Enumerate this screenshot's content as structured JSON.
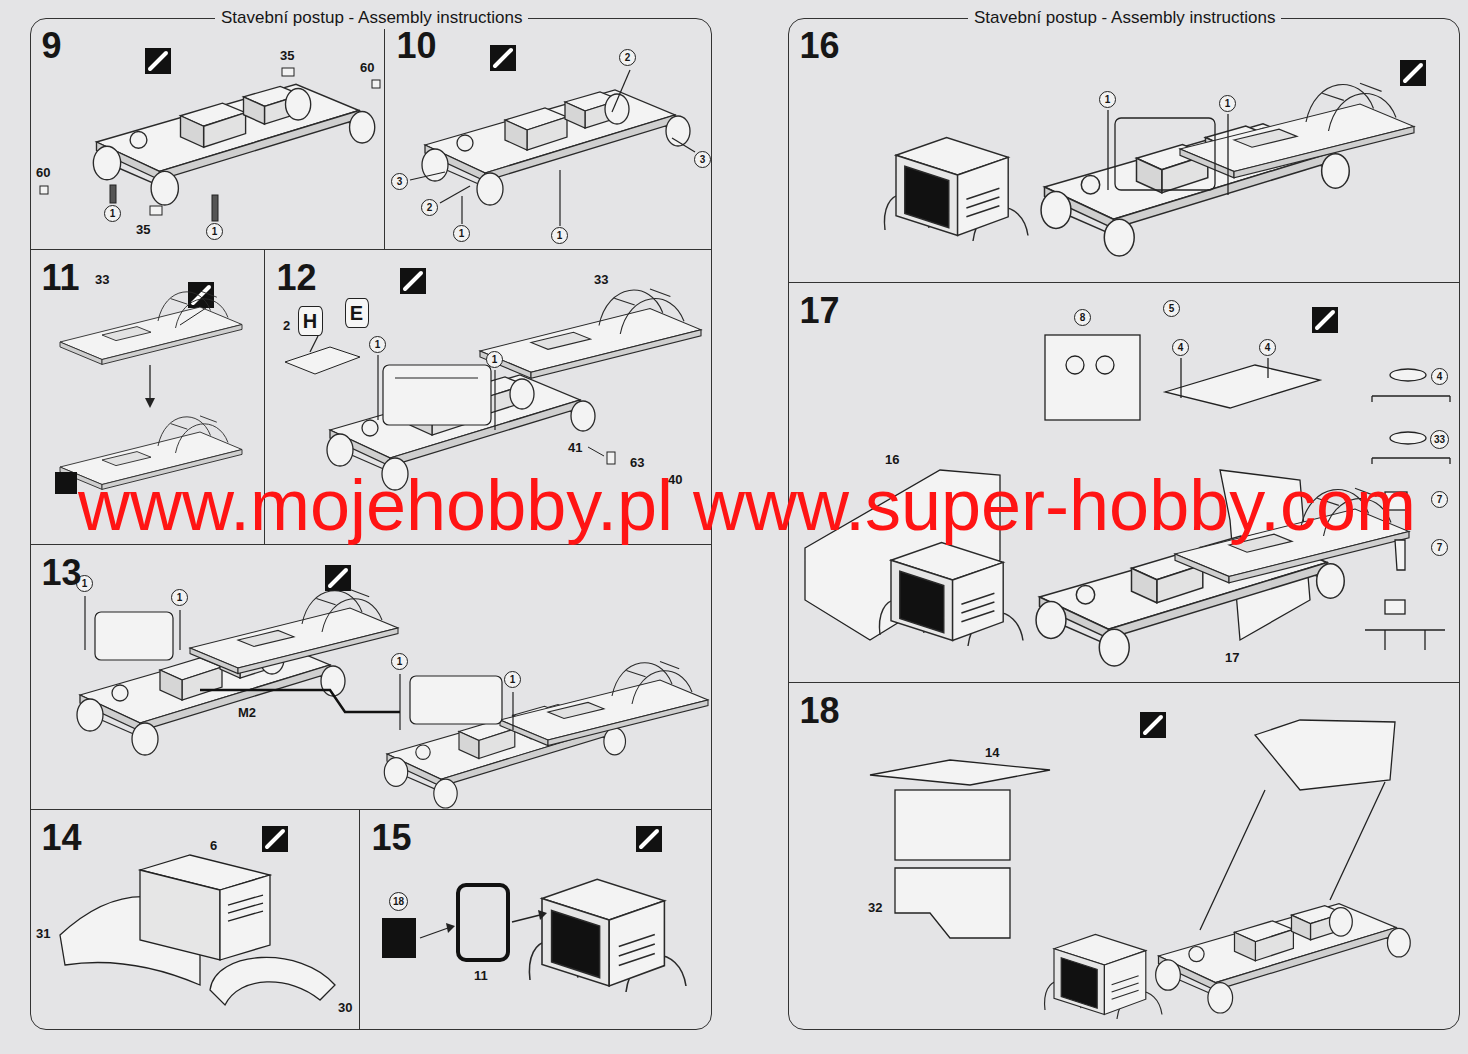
{
  "diagram": {
    "nodes": [
      {
        "text": [
          "Stavební postup - Assembly instructions"
        ]
      },
      {
        "text": [
          "9"
        ],
        "in": 0
      },
      {
        "text": [
          "1"
        ],
        "in": 1
      },
      {
        "text": [
          "1"
        ],
        "in": 1
      },
      {
        "text": [
          "10"
        ],
        "in": 0
      },
      {
        "text": [
          "2"
        ],
        "in": 4
      },
      {
        "text": [
          "3"
        ],
        "in": 4
      },
      {
        "text": [
          "3"
        ],
        "in": 4
      },
      {
        "text": [
          "2"
        ],
        "in": 4
      },
      {
        "text": [
          "1"
        ],
        "in": 4
      },
      {
        "text": [
          "1"
        ],
        "in": 4
      },
      {
        "text": [
          "11"
        ],
        "in": 0
      },
      {
        "text": [
          "12"
        ],
        "in": 0
      },
      {
        "text": [
          "H"
        ],
        "in": 12
      },
      {
        "text": [
          "E"
        ],
        "in": 12
      },
      {
        "text": [
          "1"
        ],
        "in": 12
      },
      {
        "text": [
          "1"
        ],
        "in": 12
      },
      {
        "text": [
          "13"
        ],
        "in": 0
      },
      {
        "text": [
          "1"
        ],
        "in": 17
      },
      {
        "text": [
          "1"
        ],
        "in": 17
      },
      {
        "text": [
          "1"
        ],
        "in": 17
      },
      {
        "text": [
          "1"
        ],
        "in": 17
      },
      {
        "text": [
          "14"
        ],
        "in": 0
      },
      {
        "text": [
          "15"
        ],
        "in": 0
      },
      {
        "text": [
          "18"
        ],
        "in": 23
      },
      {
        "text": [
          "Stavební postup - Assembly instructions"
        ]
      },
      {
        "text": [
          "16"
        ],
        "in": 25
      },
      {
        "text": [
          "1"
        ],
        "in": 26
      },
      {
        "text": [
          "1"
        ],
        "in": 26
      },
      {
        "text": [
          "17"
        ],
        "in": 25
      },
      {
        "text": [
          "8"
        ],
        "in": 29
      },
      {
        "text": [
          "5"
        ],
        "in": 29
      },
      {
        "text": [
          "4"
        ],
        "in": 29
      },
      {
        "text": [
          "4"
        ],
        "in": 29
      },
      {
        "text": [
          "4"
        ],
        "in": 29
      },
      {
        "text": [
          "33"
        ],
        "in": 29
      },
      {
        "text": [
          "7"
        ],
        "in": 29
      },
      {
        "text": [
          "7"
        ],
        "in": 29
      },
      {
        "text": [
          "18"
        ],
        "in": 25
      }
    ],
    "labels": [
      "35",
      "60",
      "60",
      "35",
      "33",
      "33",
      "2",
      "41",
      "63",
      "40",
      "M2",
      "6",
      "31",
      "30",
      "11",
      "16",
      "17",
      "14",
      "32",
      "www.mojehobby.pl www.super-hobby.com"
    ]
  }
}
